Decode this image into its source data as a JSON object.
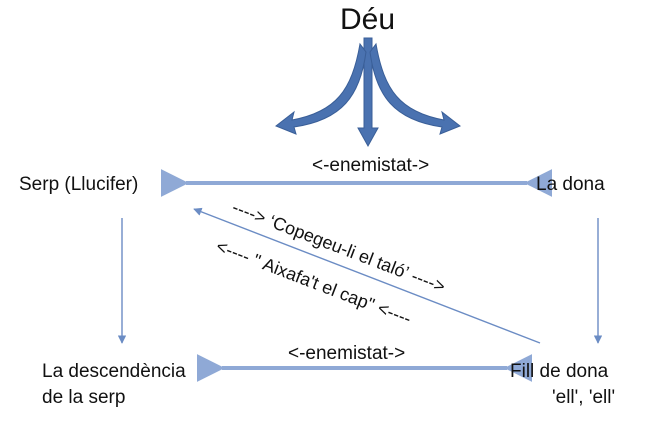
{
  "title": "Déu",
  "nodes": {
    "serp": "Serp (Llucifer)",
    "dona": "La dona",
    "descendencia_line1": "La descendència",
    "descendencia_line2": "de la serp",
    "fill_line1": "Fill de dona",
    "fill_line2": "'ell', 'ell'"
  },
  "edges": {
    "enmity_top": "<-enemistat->",
    "enmity_bottom": "<-enemistat->",
    "diag_upper": "----> ‘Copegeu-li el taló’ ---->",
    "diag_lower": "<---- \" Aixafa't el cap\" <----"
  },
  "colors": {
    "arrow_blue": "#4a72b0",
    "line_blue": "#8fa9d6",
    "text": "#111111"
  }
}
